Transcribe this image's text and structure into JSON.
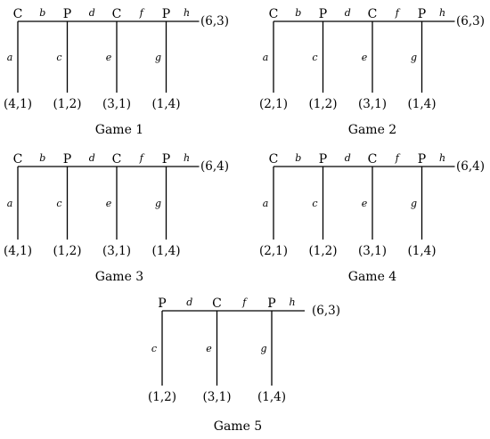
{
  "games": [
    {
      "caption": "Game 1",
      "players": [
        "C",
        "P",
        "C",
        "P"
      ],
      "actions_across": [
        "b",
        "d",
        "f",
        "h"
      ],
      "actions_down": [
        "a",
        "c",
        "e",
        "g"
      ],
      "payoffs_down": [
        "(4,1)",
        "(1,2)",
        "(3,1)",
        "(1,4)"
      ],
      "payoff_end": "(6,3)"
    },
    {
      "caption": "Game 2",
      "players": [
        "C",
        "P",
        "C",
        "P"
      ],
      "actions_across": [
        "b",
        "d",
        "f",
        "h"
      ],
      "actions_down": [
        "a",
        "c",
        "e",
        "g"
      ],
      "payoffs_down": [
        "(2,1)",
        "(1,2)",
        "(3,1)",
        "(1,4)"
      ],
      "payoff_end": "(6,3)"
    },
    {
      "caption": "Game 3",
      "players": [
        "C",
        "P",
        "C",
        "P"
      ],
      "actions_across": [
        "b",
        "d",
        "f",
        "h"
      ],
      "actions_down": [
        "a",
        "c",
        "e",
        "g"
      ],
      "payoffs_down": [
        "(4,1)",
        "(1,2)",
        "(3,1)",
        "(1,4)"
      ],
      "payoff_end": "(6,4)"
    },
    {
      "caption": "Game 4",
      "players": [
        "C",
        "P",
        "C",
        "P"
      ],
      "actions_across": [
        "b",
        "d",
        "f",
        "h"
      ],
      "actions_down": [
        "a",
        "c",
        "e",
        "g"
      ],
      "payoffs_down": [
        "(2,1)",
        "(1,2)",
        "(3,1)",
        "(1,4)"
      ],
      "payoff_end": "(6,4)"
    },
    {
      "caption": "Game 5",
      "players": [
        "P",
        "C",
        "P"
      ],
      "actions_across": [
        "d",
        "f",
        "h"
      ],
      "actions_down": [
        "c",
        "e",
        "g"
      ],
      "payoffs_down": [
        "(1,2)",
        "(3,1)",
        "(1,4)"
      ],
      "payoff_end": "(6,3)"
    }
  ]
}
